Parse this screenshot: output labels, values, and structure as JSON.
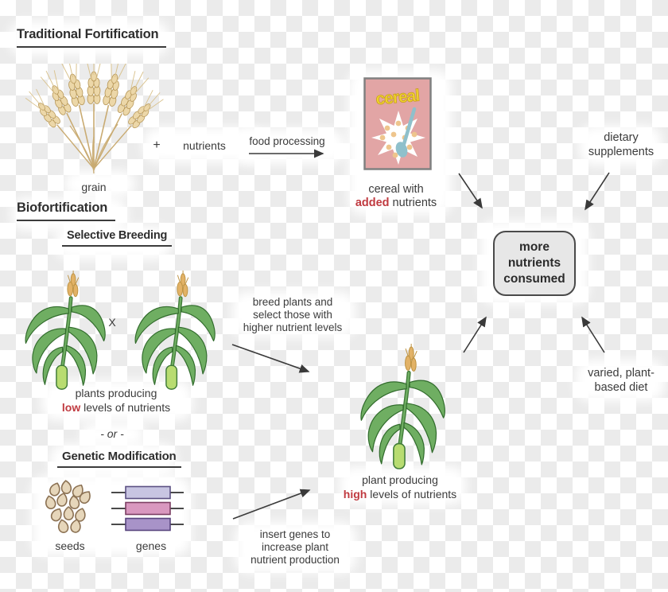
{
  "palette": {
    "text_color": "#3b3b3b",
    "highlight_red": "#c03a40",
    "checker_gray": "#ebebeb",
    "outcome_box_fill": "#e7e7e7",
    "outcome_box_border": "#4a4a4a",
    "cereal_box_pink": "#e2a5a5",
    "cereal_text_yellow": "#f0d42e",
    "corn_green": "#6fae62",
    "wheat_tan": "#ecd7a8"
  },
  "traditional": {
    "heading": "Traditional Fortification",
    "grain_label": "grain",
    "plus_sign": "+",
    "nutrients_label": "nutrients",
    "process_arrow_label": "food processing",
    "cereal_box_text": "cereal",
    "result_label": {
      "line1": "cereal with",
      "highlight": "added",
      "rest": " nutrients"
    }
  },
  "inputs_right": {
    "dietary_supplements": {
      "lines": [
        "dietary",
        "supplements"
      ]
    },
    "varied_diet": {
      "lines": [
        "varied, plant-",
        "based diet"
      ]
    }
  },
  "outcome_box": {
    "lines": [
      "more",
      "nutrients",
      "consumed"
    ]
  },
  "biofortification": {
    "heading": "Biofortification",
    "selective_breeding": {
      "heading": "Selective Breeding",
      "cross_symbol": "X",
      "plants_label": {
        "line1": "plants producing",
        "highlight": "low",
        "rest": " levels of nutrients"
      },
      "arrow_note": {
        "lines": [
          "breed plants and",
          "select those with",
          "higher nutrient levels"
        ]
      }
    },
    "or_divider": "- or -",
    "genetic_modification": {
      "heading": "Genetic Modification",
      "seeds_label": "seeds",
      "genes_label": "genes",
      "arrow_note": {
        "lines": [
          "insert genes to",
          "increase plant",
          "nutrient production"
        ]
      }
    },
    "result_label": {
      "line1": "plant producing",
      "highlight": "high",
      "rest": " levels of nutrients"
    }
  }
}
